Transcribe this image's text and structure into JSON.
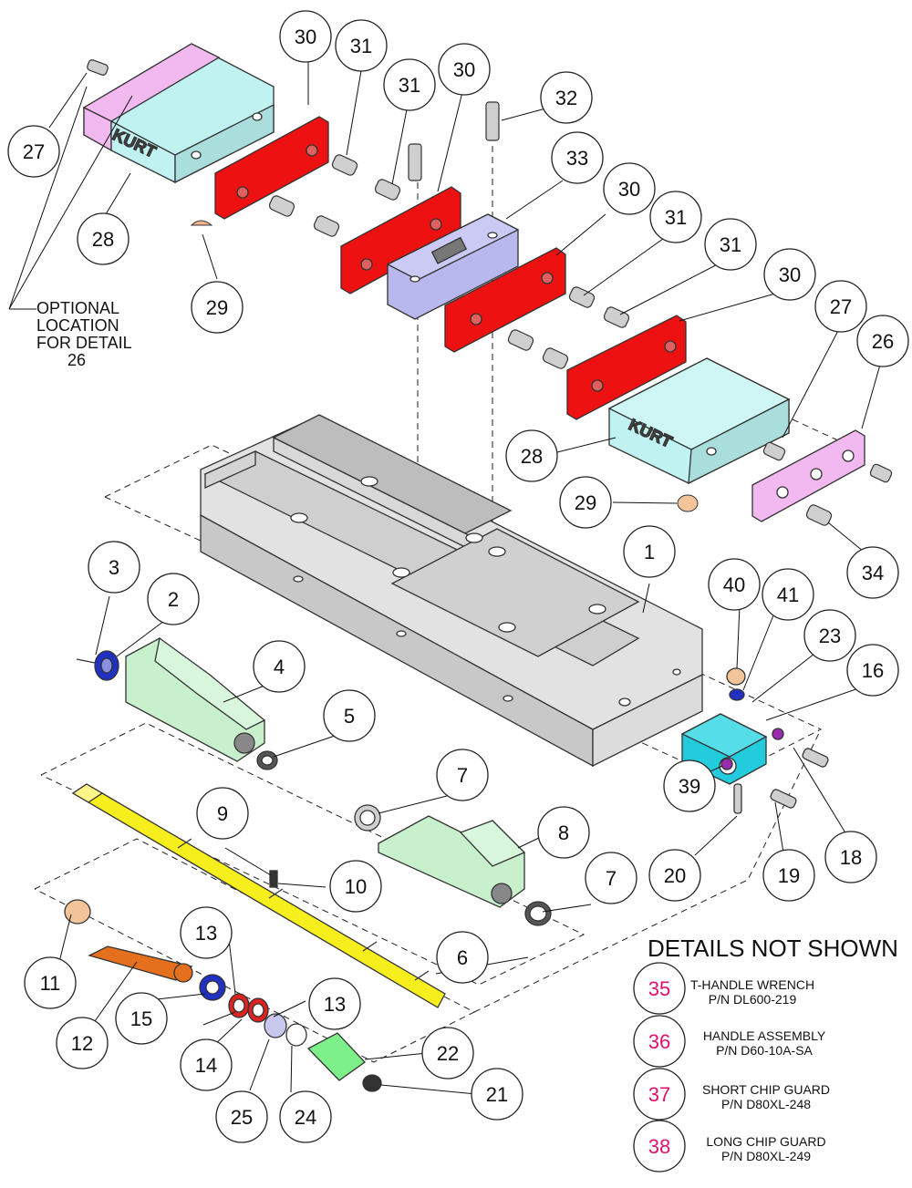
{
  "optional_note": [
    "OPTIONAL",
    "LOCATION",
    "FOR DETAIL",
    "26"
  ],
  "brand_text": "KURT",
  "callouts": [
    {
      "id": "c1",
      "label": "1"
    },
    {
      "id": "c2",
      "label": "2"
    },
    {
      "id": "c3",
      "label": "3"
    },
    {
      "id": "c4",
      "label": "4"
    },
    {
      "id": "c5",
      "label": "5"
    },
    {
      "id": "c6",
      "label": "6"
    },
    {
      "id": "c7a",
      "label": "7"
    },
    {
      "id": "c7b",
      "label": "7"
    },
    {
      "id": "c8",
      "label": "8"
    },
    {
      "id": "c9",
      "label": "9"
    },
    {
      "id": "c10",
      "label": "10",
      "color": "#e0106e"
    },
    {
      "id": "c11",
      "label": "11"
    },
    {
      "id": "c12",
      "label": "12"
    },
    {
      "id": "c13a",
      "label": "13"
    },
    {
      "id": "c13b",
      "label": "13"
    },
    {
      "id": "c14",
      "label": "14"
    },
    {
      "id": "c15",
      "label": "15"
    },
    {
      "id": "c16",
      "label": "16"
    },
    {
      "id": "c18",
      "label": "18"
    },
    {
      "id": "c19",
      "label": "19"
    },
    {
      "id": "c20",
      "label": "20"
    },
    {
      "id": "c21",
      "label": "21"
    },
    {
      "id": "c22",
      "label": "22"
    },
    {
      "id": "c23",
      "label": "23"
    },
    {
      "id": "c24",
      "label": "24"
    },
    {
      "id": "c25",
      "label": "25"
    },
    {
      "id": "c26",
      "label": "26"
    },
    {
      "id": "c27a",
      "label": "27"
    },
    {
      "id": "c27b",
      "label": "27"
    },
    {
      "id": "c28a",
      "label": "28"
    },
    {
      "id": "c28b",
      "label": "28"
    },
    {
      "id": "c29a",
      "label": "29"
    },
    {
      "id": "c29b",
      "label": "29"
    },
    {
      "id": "c30a",
      "label": "30"
    },
    {
      "id": "c30b",
      "label": "30"
    },
    {
      "id": "c30c",
      "label": "30"
    },
    {
      "id": "c30d",
      "label": "30"
    },
    {
      "id": "c31a",
      "label": "31"
    },
    {
      "id": "c31b",
      "label": "31"
    },
    {
      "id": "c31c",
      "label": "31"
    },
    {
      "id": "c31d",
      "label": "31"
    },
    {
      "id": "c32",
      "label": "32"
    },
    {
      "id": "c33",
      "label": "33"
    },
    {
      "id": "c34",
      "label": "34"
    },
    {
      "id": "c39",
      "label": "39"
    },
    {
      "id": "c40",
      "label": "40"
    },
    {
      "id": "c41",
      "label": "41"
    }
  ],
  "details_not_shown": {
    "title": "DETAILS NOT SHOWN",
    "items": [
      {
        "num": "35",
        "name": "T-HANDLE WRENCH",
        "pn": "P/N DL600-219"
      },
      {
        "num": "36",
        "name": "HANDLE ASSEMBLY",
        "pn": "P/N D60-10A-SA"
      },
      {
        "num": "37",
        "name": "SHORT CHIP GUARD",
        "pn": "P/N D80XL-248"
      },
      {
        "num": "38",
        "name": "LONG CHIP GUARD",
        "pn": "P/N D80XL-249"
      }
    ]
  },
  "colors": {
    "jaw_block": "#bff2f0",
    "jaw_plate": "#ee1111",
    "center_block": "#b8b8ee",
    "handle_plate": "#f2b8f0",
    "body": "#c8c8c8",
    "nut": "#c8f0cc",
    "screw": "#f7ee1e",
    "nut_housing": "#22ccdd",
    "callout_pink": "#e0106e"
  }
}
